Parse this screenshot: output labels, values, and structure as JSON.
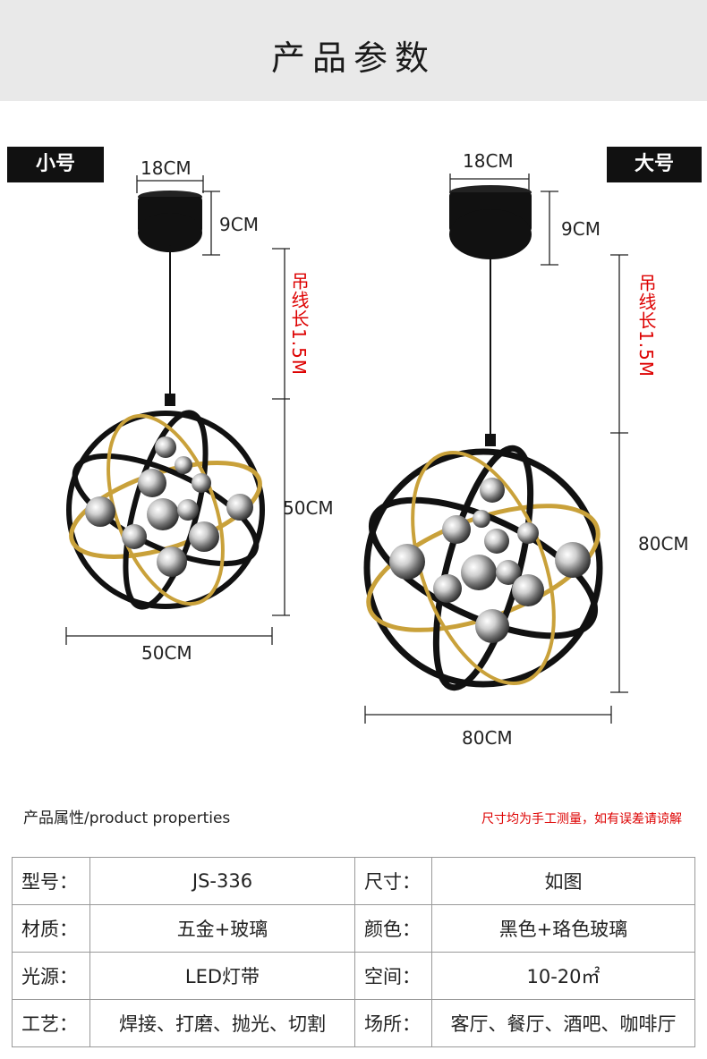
{
  "header": {
    "title": "产品参数"
  },
  "small": {
    "tag": "小号",
    "canopy_width": "18CM",
    "canopy_height": "9CM",
    "cable": "吊线长1.5M",
    "body_height": "50CM",
    "body_width": "50CM"
  },
  "large": {
    "tag": "大号",
    "canopy_width": "18CM",
    "canopy_height": "9CM",
    "cable": "吊线长1.5M",
    "body_height": "80CM",
    "body_width": "80CM"
  },
  "properties": {
    "title": "产品属性/product properties",
    "note": "尺寸均为手工测量，如有误差请谅解",
    "rows": [
      {
        "k1": "型号：",
        "v1": "JS-336",
        "k2": "尺寸：",
        "v2": "如图"
      },
      {
        "k1": "材质：",
        "v1": "五金+玻璃",
        "k2": "颜色：",
        "v2": "黑色+珞色玻璃"
      },
      {
        "k1": "光源：",
        "v1": "LED灯带",
        "k2": "空间：",
        "v2": "10-20㎡"
      },
      {
        "k1": "工艺：",
        "v1": "焊接、打磨、抛光、切割",
        "k2": "场所：",
        "v2": "客厅、餐厅、酒吧、咖啡厅"
      }
    ]
  }
}
